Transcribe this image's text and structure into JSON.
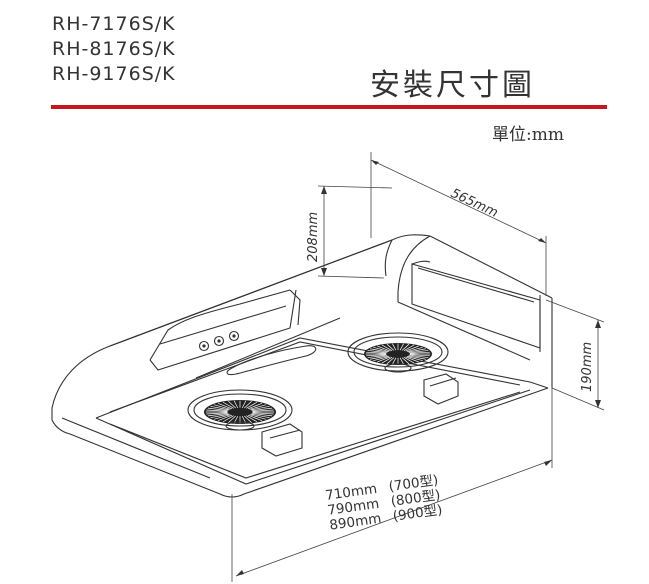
{
  "header": {
    "models": [
      "RH-7176S/K",
      "RH-8176S/K",
      "RH-9176S/K"
    ],
    "title": "安裝尺寸圖",
    "unit": "單位:mm",
    "accent_color": "#c8161e"
  },
  "dimensions": {
    "depth": "565mm",
    "height_back": "208mm",
    "height_front": "190mm",
    "widths": [
      {
        "value": "710mm",
        "label": "(700型)"
      },
      {
        "value": "790mm",
        "label": "(800型)"
      },
      {
        "value": "890mm",
        "label": "(900型)"
      }
    ]
  }
}
